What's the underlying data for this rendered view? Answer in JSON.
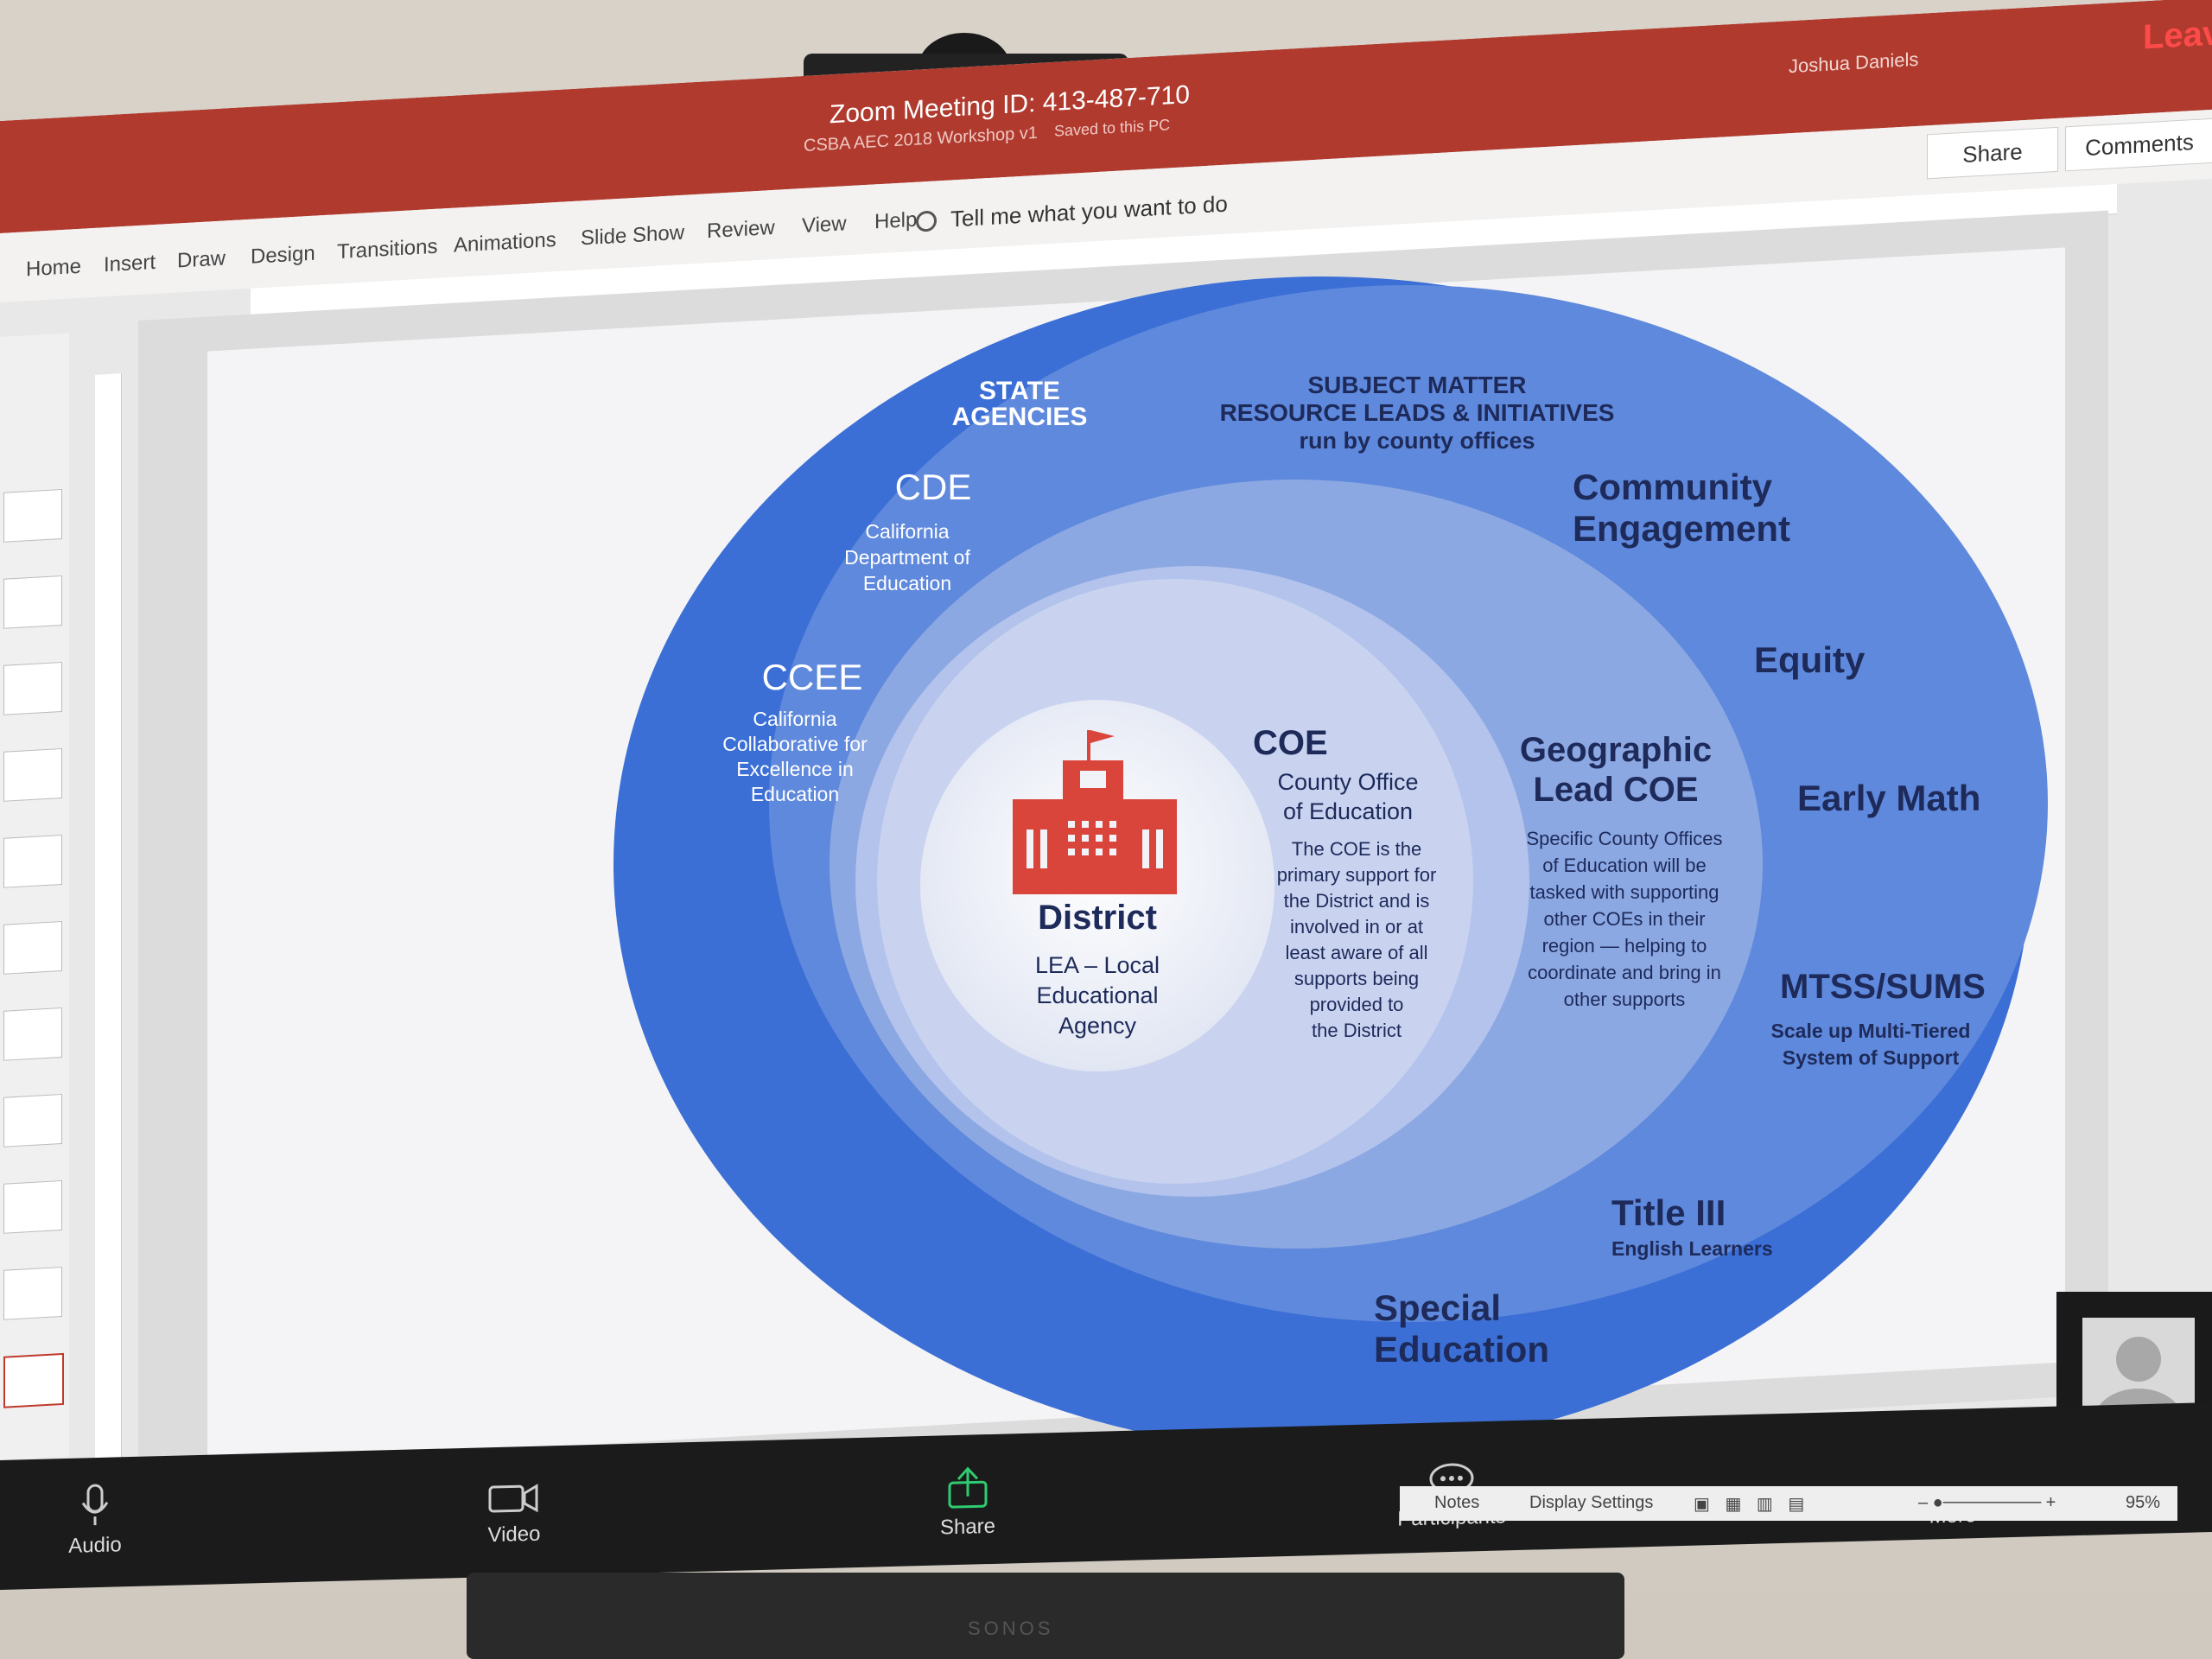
{
  "zoom": {
    "meeting_id": "Zoom Meeting ID: 413-487-710",
    "user_name": "Joshua Daniels",
    "leave_label": "Leav",
    "toolbar": {
      "audio": "Audio",
      "video": "Video",
      "share": "Share",
      "participants": "Participants",
      "more": "More"
    }
  },
  "powerpoint": {
    "doc_title": "CSBA AEC 2018 Workshop v1",
    "saved_status": "Saved to this PC",
    "tabs": [
      "Home",
      "Insert",
      "Draw",
      "Design",
      "Transitions",
      "Animations",
      "Slide Show",
      "Review",
      "View",
      "Help"
    ],
    "tell_me": "Tell me what you want to do",
    "share_label": "Share",
    "comments_label": "Comments",
    "status": {
      "notes": "Notes",
      "display_settings": "Display Settings",
      "zoom": "95%"
    }
  },
  "slide": {
    "state_agencies": [
      "STATE",
      "AGENCIES"
    ],
    "cde": {
      "title": "CDE",
      "desc": [
        "California",
        "Department of",
        "Education"
      ]
    },
    "ccee": {
      "title": "CCEE",
      "desc": [
        "California",
        "Collaborative for",
        "Excellence in",
        "Education"
      ]
    },
    "subject_matter": [
      "SUBJECT MATTER",
      "RESOURCE LEADS & INITIATIVES",
      "run by county offices"
    ],
    "community": [
      "Community",
      "Engagement"
    ],
    "equity": "Equity",
    "early_math": "Early Math",
    "mtss": {
      "title": "MTSS/SUMS",
      "desc": [
        "Scale up Multi-Tiered",
        "System of Support"
      ]
    },
    "title_iii": {
      "title": "Title III",
      "desc": "English Learners"
    },
    "special_ed": [
      "Special",
      "Education"
    ],
    "geo": {
      "title": [
        "Geographic",
        "Lead COE"
      ],
      "desc": [
        "Specific County Offices",
        "of Education will be",
        "tasked with supporting",
        "other COEs in their",
        "region — helping to",
        "coordinate and bring in",
        "other supports"
      ]
    },
    "coe": {
      "title": "COE",
      "sub": [
        "County Office",
        "of Education"
      ],
      "desc": [
        "The COE is the",
        "primary support for",
        "the District and is",
        "involved in or at",
        "least aware of all",
        "supports being",
        "provided to",
        "the District"
      ]
    },
    "district": {
      "title": "District",
      "desc": [
        "LEA – Local",
        "Educational",
        "Agency"
      ]
    },
    "colors": {
      "outer": "#3b6fd6",
      "mid": "#6b93de",
      "inner": "#9fb5e6",
      "coe": "#c4cfee",
      "center": "#f2f3f8",
      "building": "#d9453a",
      "text": "#1d2a5a"
    }
  },
  "branding": {
    "speaker": "SONOS"
  }
}
